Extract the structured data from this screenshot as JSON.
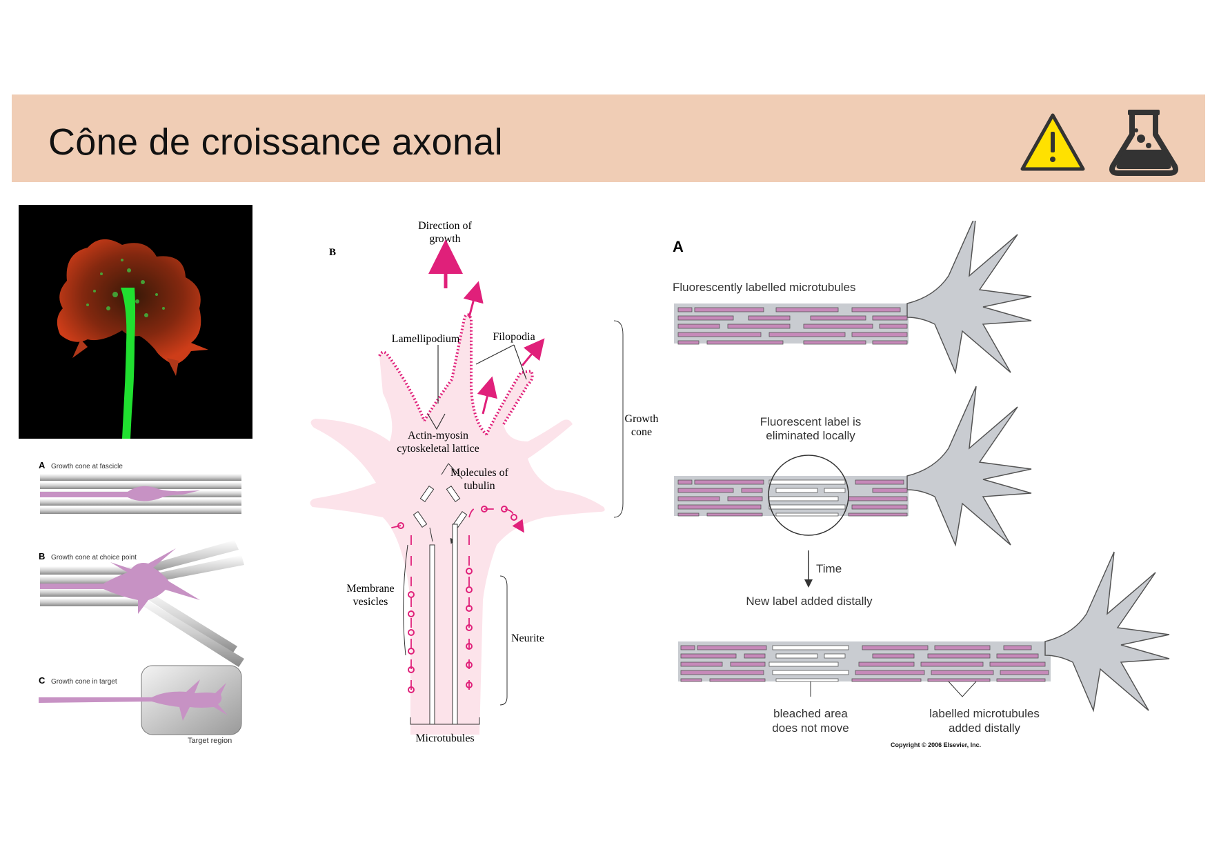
{
  "header": {
    "title": "Cône de croissance axonal",
    "warning_icon": "warning-triangle-icon",
    "lab_icon": "lab-flask-icon",
    "warning_color": "#ffe100",
    "background_color": "#f0cdb5"
  },
  "micrograph": {
    "colors": [
      "#000000",
      "#20e030",
      "#d8401a"
    ]
  },
  "pathfinding": {
    "panel_a_letter": "A",
    "panel_a_label": "Growth cone at fascicle",
    "panel_b_letter": "B",
    "panel_b_label": "Growth cone at choice point",
    "panel_c_letter": "C",
    "panel_c_label": "Growth cone in target",
    "target_region": "Target region",
    "axon_color": "#c792c4"
  },
  "structure": {
    "panel_letter": "B",
    "direction_of_growth": [
      "Direction of",
      "growth"
    ],
    "lamellipodium": "Lamellipodium",
    "filopodia": "Filopodia",
    "growth_cone": [
      "Growth",
      "cone"
    ],
    "actin_myosin": [
      "Actin-myosin",
      "cytoskeletal lattice"
    ],
    "tubulin": [
      "Molecules of",
      "tubulin"
    ],
    "membrane_vesicles": [
      "Membrane",
      "vesicles"
    ],
    "neurite": "Neurite",
    "microtubules": "Microtubules",
    "fill_color": "#fce3ea",
    "accent_color": "#e0207a"
  },
  "bleaching": {
    "panel_letter": "A",
    "fluorescent_label": "Fluorescently labelled microtubules",
    "label_eliminated": [
      "Fluorescent label is",
      "eliminated locally"
    ],
    "time": "Time",
    "new_label": "New label added distally",
    "bleached_area": [
      "bleached area",
      "does not move"
    ],
    "labelled_microtubules": [
      "labelled microtubules",
      "added distally"
    ],
    "copyright": "Copyright © 2006 Elsevier, Inc.",
    "microtubule_color": "#c689b9",
    "cone_color": "#c9ccd1"
  }
}
